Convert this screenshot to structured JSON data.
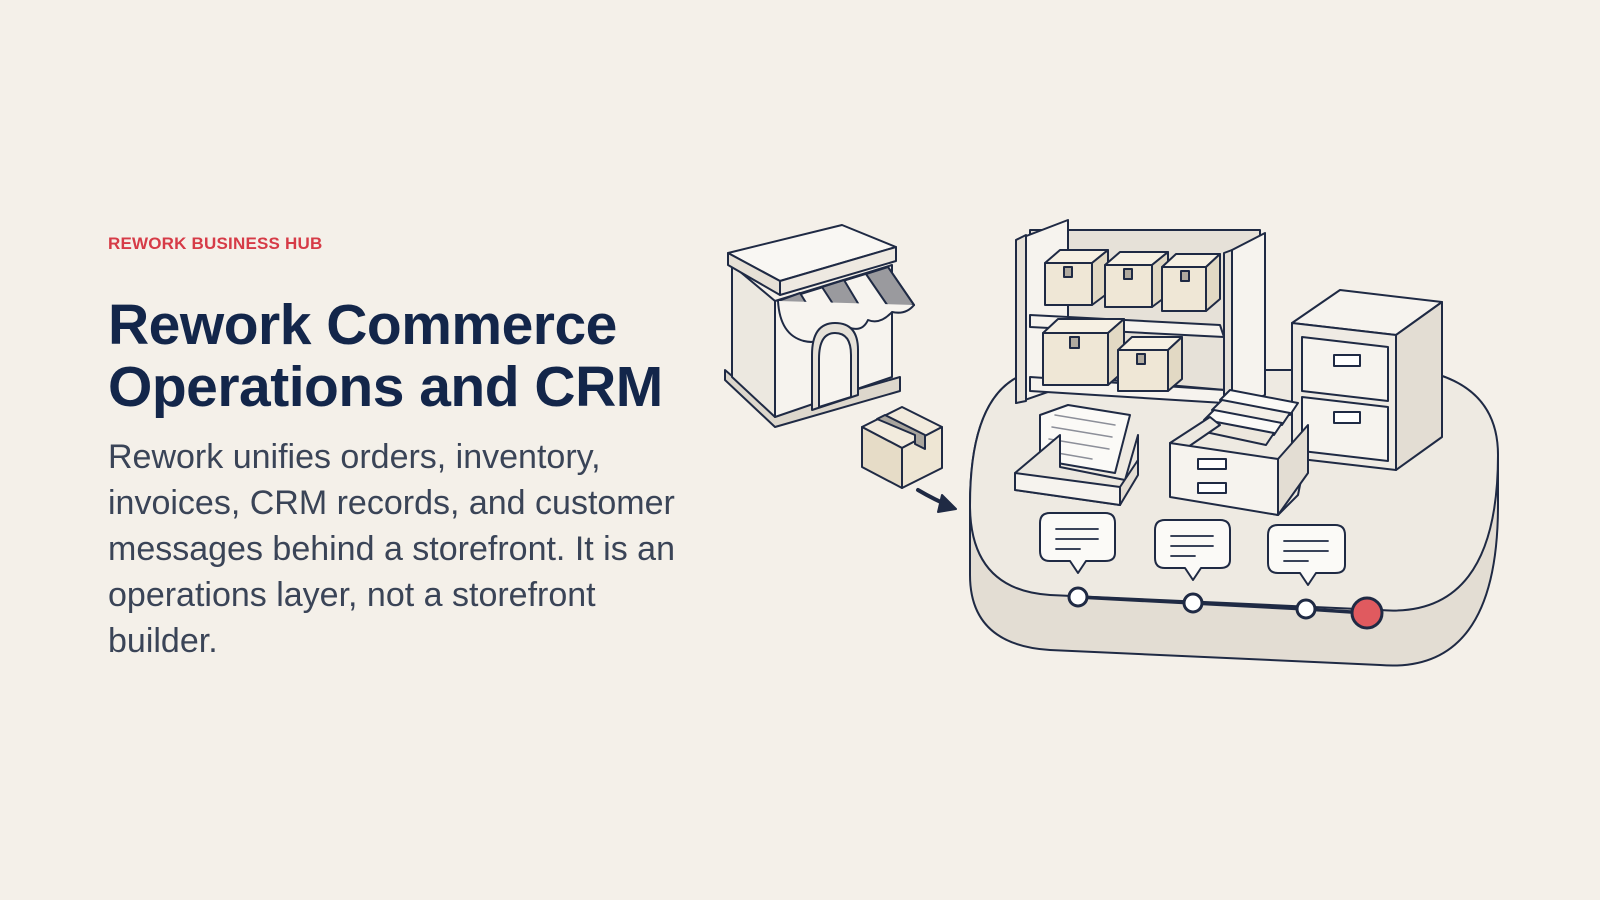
{
  "hero": {
    "eyebrow": "REWORK BUSINESS HUB",
    "title_line1": "Rework Commerce",
    "title_line2": "Operations and CRM",
    "description": "Rework unifies orders, inventory, invoices, CRM records, and customer messages behind a storefront. It is an operations layer, not a storefront builder."
  },
  "colors": {
    "background": "#f4f0e9",
    "accent": "#d63b47",
    "heading": "#13264a",
    "body_text": "#3a4457",
    "ink": "#1f2a44"
  },
  "illustration": {
    "icons": [
      "storefront-icon",
      "package-box-icon",
      "arrow-icon",
      "shelving-unit-icon",
      "filing-cabinet-icon",
      "document-tray-icon",
      "card-file-drawer-icon",
      "message-bubble-icon",
      "timeline-icon"
    ]
  }
}
